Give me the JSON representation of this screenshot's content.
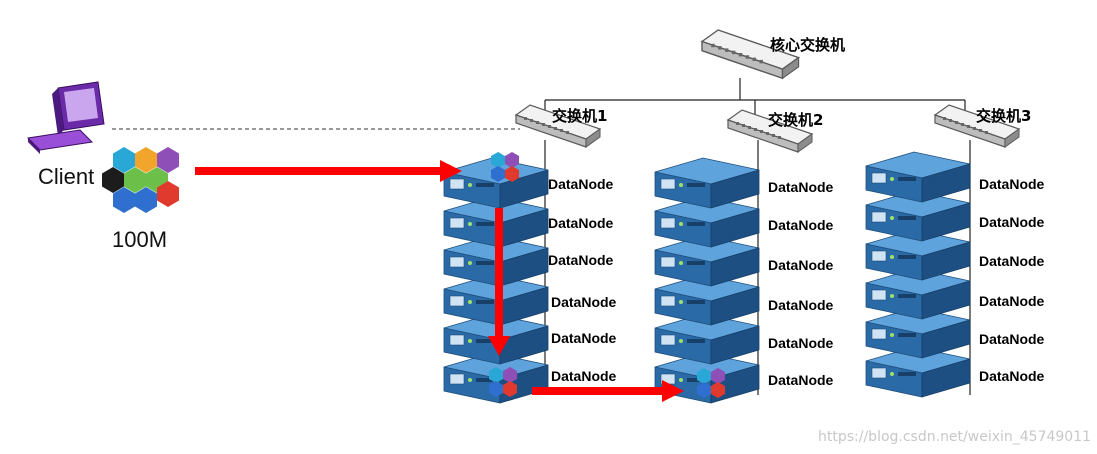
{
  "client": {
    "label": "Client",
    "size_label": "100M"
  },
  "core_switch": {
    "label": "核心交换机"
  },
  "racks": [
    {
      "switch_label": "交换机1",
      "nodes": [
        "DataNode",
        "DataNode",
        "DataNode",
        "DataNode",
        "DataNode",
        "DataNode"
      ]
    },
    {
      "switch_label": "交换机2",
      "nodes": [
        "DataNode",
        "DataNode",
        "DataNode",
        "DataNode",
        "DataNode",
        "DataNode"
      ]
    },
    {
      "switch_label": "交换机3",
      "nodes": [
        "DataNode",
        "DataNode",
        "DataNode",
        "DataNode",
        "DataNode",
        "DataNode"
      ]
    }
  ],
  "watermark": "https://blog.csdn.net/weixin_45749011",
  "colors": {
    "server_face": "#2a6aa6",
    "server_top": "#5fa3dc",
    "arrow": "#ff0000",
    "hex": [
      "#29a8d8",
      "#8e4fb6",
      "#e03a2f",
      "#6cc04a",
      "#1c1c1c",
      "#2e6fd0",
      "#f1a52a"
    ]
  }
}
